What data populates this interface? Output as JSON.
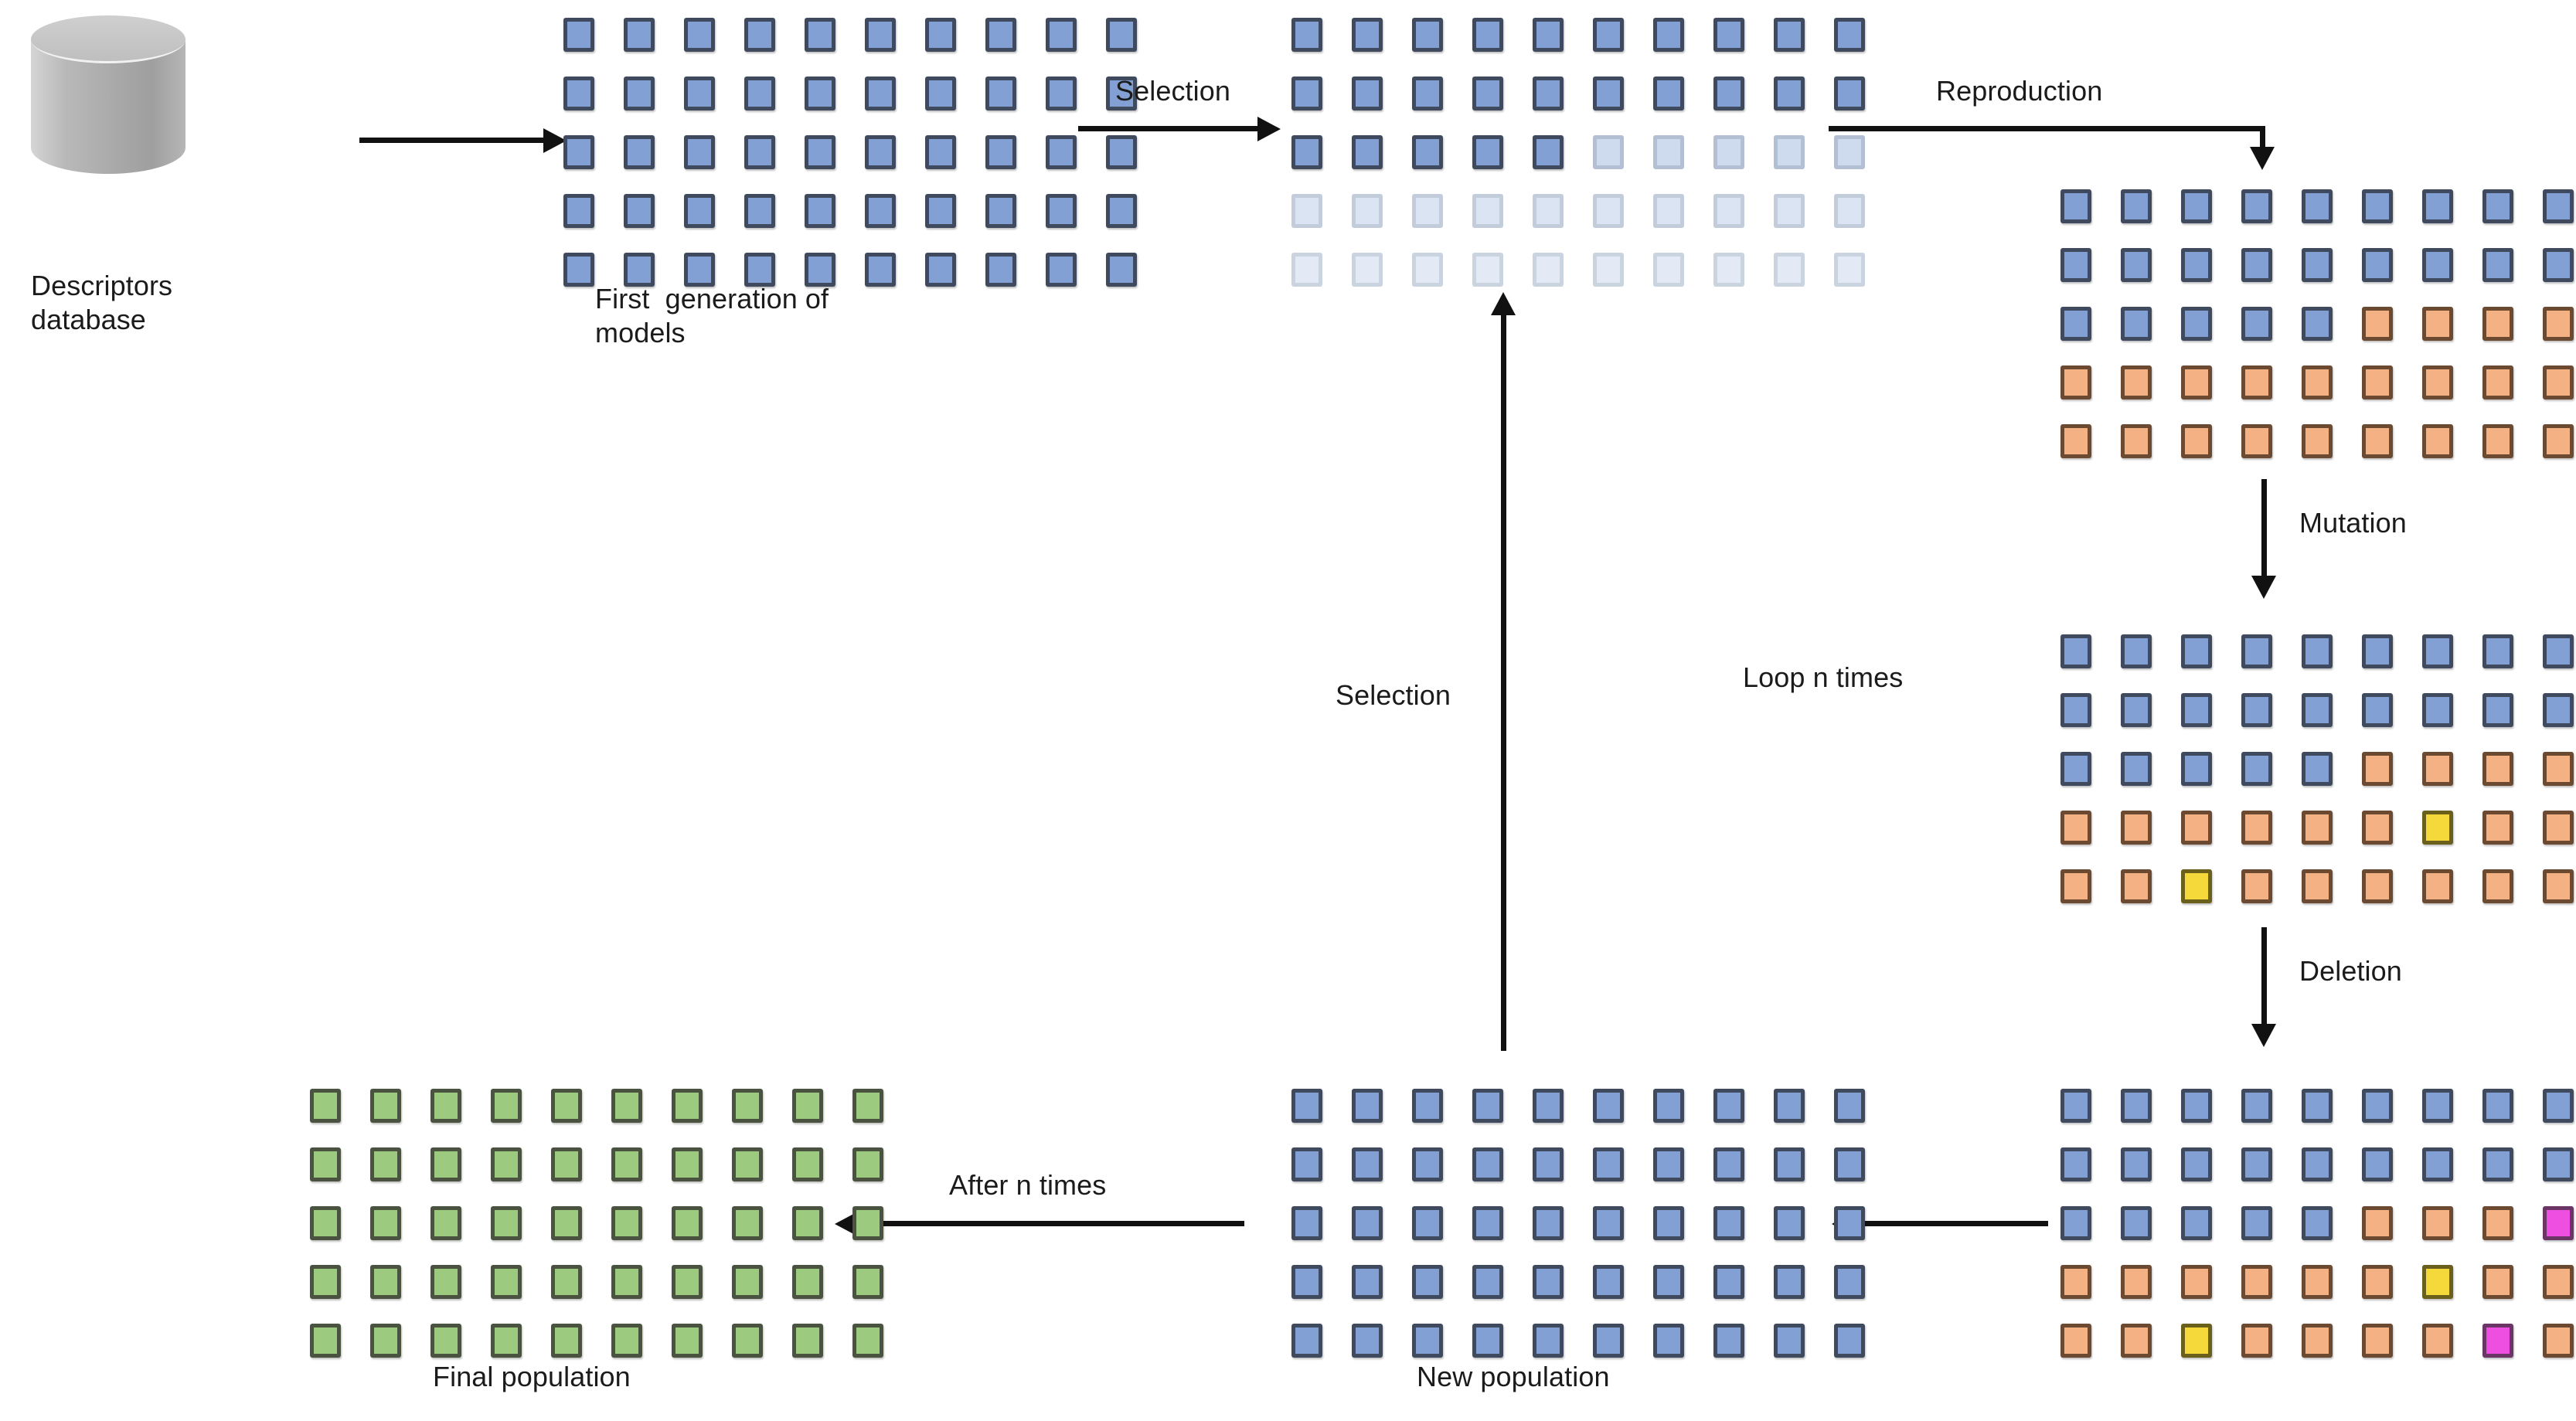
{
  "figure": {
    "title": "Genetic algorithm model-evolution workflow diagram",
    "background": "#ffffff"
  },
  "colors": {
    "blue": "#82a0d4",
    "blue_border": "#3f4a5e",
    "orange": "#f4b183",
    "orange_border": "#6b4a31",
    "yellow": "#f5d83a",
    "magenta": "#ee4fe0",
    "green": "#9cca7f",
    "faded_blue": "#cedaee",
    "database_gray": "#b0b0b0",
    "arrow_black": "#111111",
    "text": "#1b1b1b"
  },
  "nodes": {
    "database": {
      "label_line1": "Descriptors",
      "label_line2": "database",
      "icon": "database-cylinder"
    },
    "first_generation": {
      "label_line1": "First  generation of",
      "label_line2": "models",
      "columns": 10,
      "rows": 5,
      "cells": [
        [
          "blue",
          "blue",
          "blue",
          "blue",
          "blue",
          "blue",
          "blue",
          "blue",
          "blue",
          "blue"
        ],
        [
          "blue",
          "blue",
          "blue",
          "blue",
          "blue",
          "blue",
          "blue",
          "blue",
          "blue",
          "blue"
        ],
        [
          "blue",
          "blue",
          "blue",
          "blue",
          "blue",
          "blue",
          "blue",
          "blue",
          "blue",
          "blue"
        ],
        [
          "blue",
          "blue",
          "blue",
          "blue",
          "blue",
          "blue",
          "blue",
          "blue",
          "blue",
          "blue"
        ],
        [
          "blue",
          "blue",
          "blue",
          "blue",
          "blue",
          "blue",
          "blue",
          "blue",
          "blue",
          "blue"
        ]
      ]
    },
    "selected_population": {
      "label": "",
      "columns": 10,
      "rows": 5,
      "cells": [
        [
          "blue",
          "blue",
          "blue",
          "blue",
          "blue",
          "blue",
          "blue",
          "blue",
          "blue",
          "blue"
        ],
        [
          "blue",
          "blue",
          "blue",
          "blue",
          "blue",
          "blue",
          "blue",
          "blue",
          "blue",
          "blue"
        ],
        [
          "blue",
          "blue",
          "blue",
          "blue",
          "blue",
          "fade1",
          "fade1",
          "fade1",
          "fade1",
          "fade1"
        ],
        [
          "fade2",
          "fade2",
          "fade2",
          "fade2",
          "fade2",
          "fade2",
          "fade2",
          "fade2",
          "fade2",
          "fade2"
        ],
        [
          "fade3",
          "fade3",
          "fade3",
          "fade3",
          "fade3",
          "fade3",
          "fade3",
          "fade3",
          "fade3",
          "fade3"
        ]
      ]
    },
    "after_reproduction": {
      "label": "",
      "columns": 10,
      "rows": 5,
      "cells": [
        [
          "blue",
          "blue",
          "blue",
          "blue",
          "blue",
          "blue",
          "blue",
          "blue",
          "blue",
          "blue"
        ],
        [
          "blue",
          "blue",
          "blue",
          "blue",
          "blue",
          "blue",
          "blue",
          "blue",
          "blue",
          "blue"
        ],
        [
          "blue",
          "blue",
          "blue",
          "blue",
          "blue",
          "orange",
          "orange",
          "orange",
          "orange",
          "orange"
        ],
        [
          "orange",
          "orange",
          "orange",
          "orange",
          "orange",
          "orange",
          "orange",
          "orange",
          "orange",
          "orange"
        ],
        [
          "orange",
          "orange",
          "orange",
          "orange",
          "orange",
          "orange",
          "orange",
          "orange",
          "orange",
          "orange"
        ]
      ]
    },
    "after_mutation": {
      "label": "",
      "columns": 10,
      "rows": 5,
      "cells": [
        [
          "blue",
          "blue",
          "blue",
          "blue",
          "blue",
          "blue",
          "blue",
          "blue",
          "blue",
          "blue"
        ],
        [
          "blue",
          "blue",
          "blue",
          "blue",
          "blue",
          "blue",
          "blue",
          "blue",
          "blue",
          "blue"
        ],
        [
          "blue",
          "blue",
          "blue",
          "blue",
          "blue",
          "orange",
          "orange",
          "orange",
          "orange",
          "orange"
        ],
        [
          "orange",
          "orange",
          "orange",
          "orange",
          "orange",
          "orange",
          "yellow",
          "orange",
          "orange",
          "orange"
        ],
        [
          "orange",
          "orange",
          "yellow",
          "orange",
          "orange",
          "orange",
          "orange",
          "orange",
          "orange",
          "orange"
        ]
      ]
    },
    "after_deletion": {
      "label": "",
      "columns": 10,
      "rows": 5,
      "cells": [
        [
          "blue",
          "blue",
          "blue",
          "blue",
          "blue",
          "blue",
          "blue",
          "blue",
          "blue",
          "blue"
        ],
        [
          "blue",
          "blue",
          "blue",
          "blue",
          "blue",
          "blue",
          "blue",
          "blue",
          "blue",
          "blue"
        ],
        [
          "blue",
          "blue",
          "blue",
          "blue",
          "blue",
          "orange",
          "orange",
          "orange",
          "magenta",
          "orange"
        ],
        [
          "orange",
          "orange",
          "orange",
          "orange",
          "orange",
          "orange",
          "yellow",
          "orange",
          "orange",
          "orange"
        ],
        [
          "orange",
          "orange",
          "yellow",
          "orange",
          "orange",
          "orange",
          "orange",
          "magenta",
          "orange",
          "orange"
        ]
      ]
    },
    "new_population": {
      "label": "New population",
      "columns": 10,
      "rows": 5,
      "cells": [
        [
          "blue",
          "blue",
          "blue",
          "blue",
          "blue",
          "blue",
          "blue",
          "blue",
          "blue",
          "blue"
        ],
        [
          "blue",
          "blue",
          "blue",
          "blue",
          "blue",
          "blue",
          "blue",
          "blue",
          "blue",
          "blue"
        ],
        [
          "blue",
          "blue",
          "blue",
          "blue",
          "blue",
          "blue",
          "blue",
          "blue",
          "blue",
          "blue"
        ],
        [
          "blue",
          "blue",
          "blue",
          "blue",
          "blue",
          "blue",
          "blue",
          "blue",
          "blue",
          "blue"
        ],
        [
          "blue",
          "blue",
          "blue",
          "blue",
          "blue",
          "blue",
          "blue",
          "blue",
          "blue",
          "blue"
        ]
      ]
    },
    "final_population": {
      "label": "Final population",
      "columns": 10,
      "rows": 5,
      "cells": [
        [
          "green",
          "green",
          "green",
          "green",
          "green",
          "green",
          "green",
          "green",
          "green",
          "green"
        ],
        [
          "green",
          "green",
          "green",
          "green",
          "green",
          "green",
          "green",
          "green",
          "green",
          "green"
        ],
        [
          "green",
          "green",
          "green",
          "green",
          "green",
          "green",
          "green",
          "green",
          "green",
          "green"
        ],
        [
          "green",
          "green",
          "green",
          "green",
          "green",
          "green",
          "green",
          "green",
          "green",
          "green"
        ],
        [
          "green",
          "green",
          "green",
          "green",
          "green",
          "green",
          "green",
          "green",
          "green",
          "green"
        ]
      ]
    }
  },
  "edges": {
    "db_to_first": {
      "label": "",
      "direction": "right"
    },
    "first_to_selected": {
      "label": "Selection",
      "direction": "right"
    },
    "selected_to_reproduction": {
      "label": "Reproduction",
      "direction": "right-then-down"
    },
    "reproduction_to_mutation": {
      "label": "Mutation",
      "direction": "down"
    },
    "mutation_to_deletion": {
      "label": "Deletion",
      "direction": "down"
    },
    "deletion_to_new_population": {
      "label": "",
      "direction": "left"
    },
    "new_population_to_selected": {
      "label": "Selection",
      "direction": "up"
    },
    "loop": {
      "label": "Loop n times"
    },
    "new_to_final": {
      "label": "After n times",
      "direction": "left"
    }
  }
}
